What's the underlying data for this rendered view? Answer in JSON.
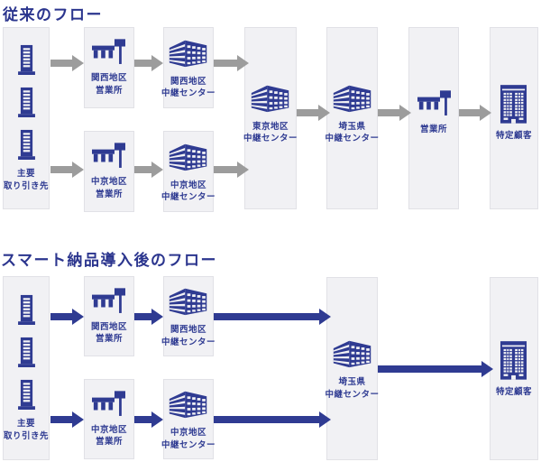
{
  "colors": {
    "navy": "#2f3b92",
    "title_navy": "#2b358e",
    "arrow_gray": "#9c9c9c",
    "box_bg": "#f1f1f4",
    "box_border": "#e1e1e6",
    "background": "#ffffff"
  },
  "icons": {
    "partners": "office-tower-icon",
    "sales_office": "shop-canopy-sign-icon",
    "relay_center": "isometric-warehouse-icon",
    "customer": "office-building-icon"
  },
  "conventional": {
    "title": "従来のフロー",
    "partners": {
      "line1": "主要",
      "line2": "取り引き先"
    },
    "kansai_sales": {
      "line1": "関西地区",
      "line2": "営業所"
    },
    "kansai_relay": {
      "line1": "関西地区",
      "line2": "中継センター"
    },
    "chukyo_sales": {
      "line1": "中京地区",
      "line2": "営業所"
    },
    "chukyo_relay": {
      "line1": "中京地区",
      "line2": "中継センター"
    },
    "tokyo_relay": {
      "line1": "東京地区",
      "line2": "中継センター"
    },
    "saitama_relay": {
      "line1": "埼玉県",
      "line2": "中継センター"
    },
    "sales_office": {
      "line1": "営業所"
    },
    "customer": {
      "line1": "特定顧客"
    }
  },
  "smart": {
    "title": "スマート納品導入後のフロー",
    "partners": {
      "line1": "主要",
      "line2": "取り引き先"
    },
    "kansai_sales": {
      "line1": "関西地区",
      "line2": "営業所"
    },
    "kansai_relay": {
      "line1": "関西地区",
      "line2": "中継センター"
    },
    "chukyo_sales": {
      "line1": "中京地区",
      "line2": "営業所"
    },
    "chukyo_relay": {
      "line1": "中京地区",
      "line2": "中継センター"
    },
    "saitama_relay": {
      "line1": "埼玉県",
      "line2": "中継センター"
    },
    "customer": {
      "line1": "特定顧客"
    }
  }
}
